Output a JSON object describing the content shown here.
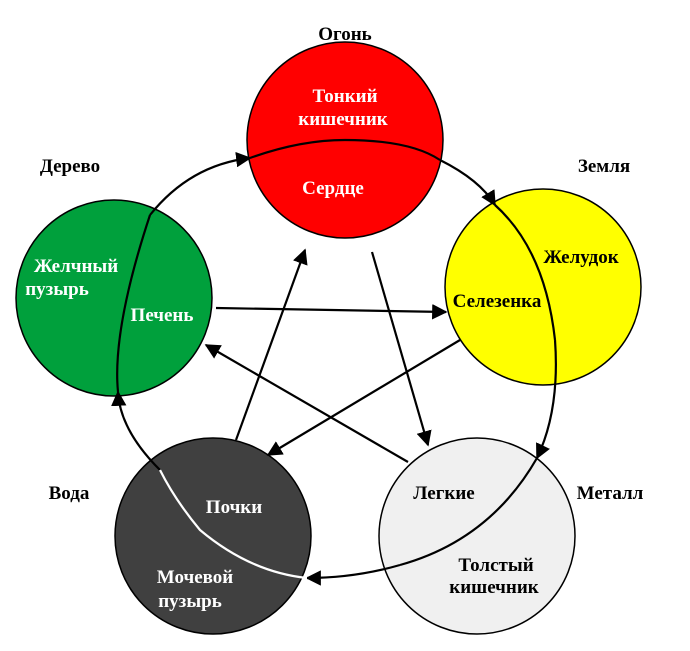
{
  "elements": {
    "fire": {
      "name": "Огонь",
      "organs": [
        "Тонкий",
        "кишечник"
      ],
      "inner": "Сердце",
      "color": "#ff0000",
      "text_color": "#ffffff"
    },
    "earth": {
      "name": "Земля",
      "organs": [
        "Желудок"
      ],
      "inner": "Селезенка",
      "color": "#ffff00",
      "text_color": "#000000"
    },
    "metal": {
      "name": "Металл",
      "organs": [
        "Толстый",
        "кишечник"
      ],
      "inner": "Легкие",
      "color": "#f0f0f0",
      "text_color": "#000000"
    },
    "water": {
      "name": "Вода",
      "organs": [
        "Мочевой",
        "пузырь"
      ],
      "inner": "Почки",
      "color": "#404040",
      "text_color": "#ffffff"
    },
    "wood": {
      "name": "Дерево",
      "organs": [
        "Желчный",
        "пузырь"
      ],
      "inner": "Печень",
      "color": "#00a03c",
      "text_color": "#ffffff"
    }
  },
  "colors": {
    "stroke": "#000000",
    "arc_on_dark": "#ffffff"
  }
}
